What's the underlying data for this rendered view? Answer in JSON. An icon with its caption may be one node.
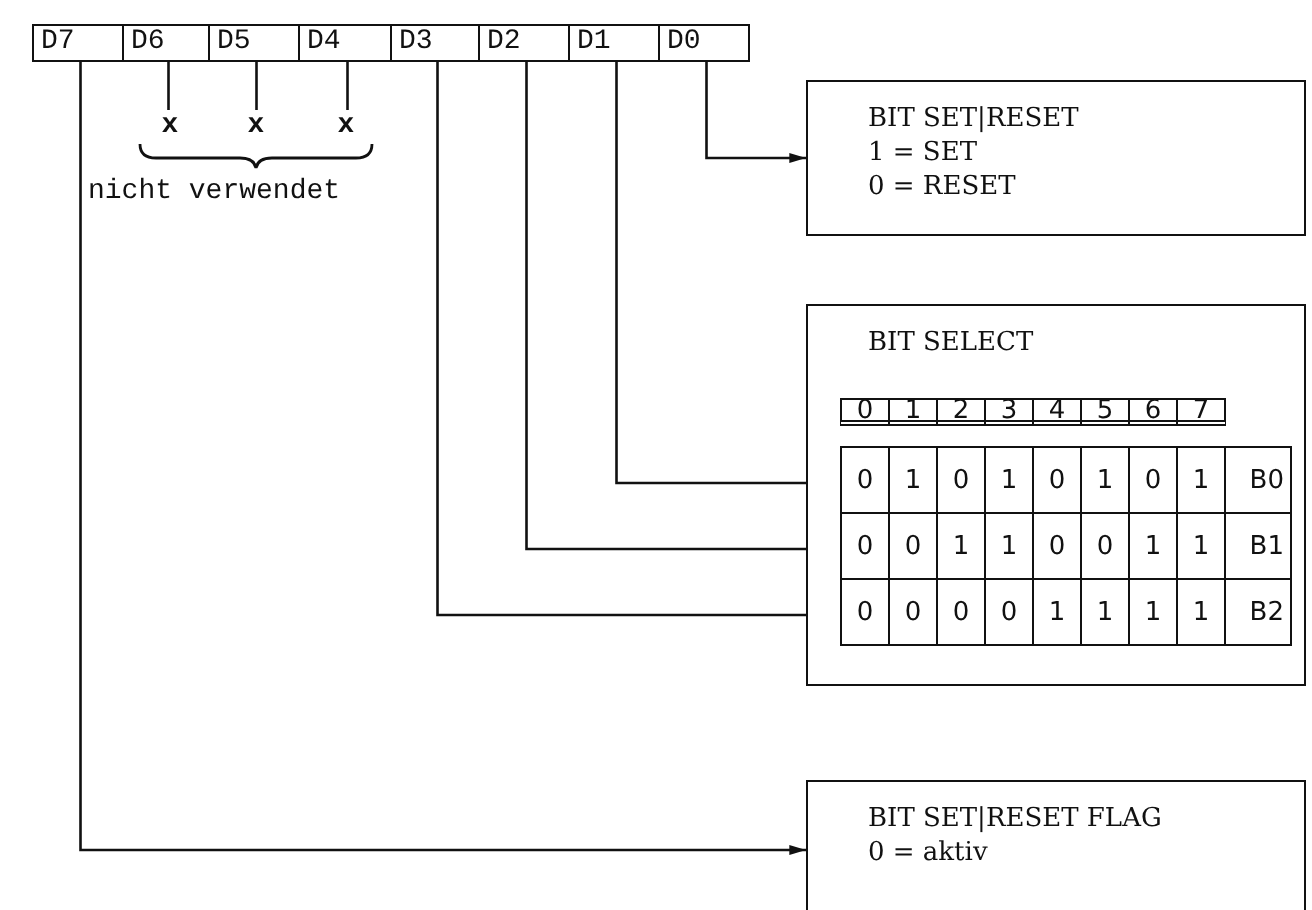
{
  "diagram": {
    "nodes": [
      {
        "text": [
          "D7"
        ]
      },
      {
        "text": [
          "D6"
        ]
      },
      {
        "text": [
          "D5"
        ]
      },
      {
        "text": [
          "D4"
        ]
      },
      {
        "text": [
          "D3"
        ]
      },
      {
        "text": [
          "D2"
        ]
      },
      {
        "text": [
          "D1"
        ]
      },
      {
        "text": [
          "D0"
        ]
      },
      {
        "text": [
          "x"
        ]
      },
      {
        "text": [
          "x"
        ]
      },
      {
        "text": [
          "x"
        ]
      },
      {
        "text": [
          "BIT SET|RESET",
          "1 = SET",
          "0 = RESET"
        ]
      },
      {
        "text": [
          "BIT SELECT"
        ]
      },
      {
        "text": [
          "0",
          "1",
          "2",
          "3",
          "4",
          "5",
          "6",
          "7"
        ],
        "in": 12
      },
      {
        "text": [
          "0",
          "1",
          "0",
          "1",
          "0",
          "1",
          "0",
          "1",
          "B0"
        ],
        "in": 12
      },
      {
        "text": [
          "0",
          "0",
          "1",
          "1",
          "0",
          "0",
          "1",
          "1",
          "B1"
        ],
        "in": 12
      },
      {
        "text": [
          "0",
          "0",
          "0",
          "0",
          "1",
          "1",
          "1",
          "1",
          "B2"
        ],
        "in": 12
      },
      {
        "text": [
          "BIT SET|RESET FLAG",
          "0 = aktiv"
        ]
      }
    ],
    "edges": [
      {
        "from": 1,
        "to": 8,
        "arrow": "none"
      },
      {
        "from": 2,
        "to": 9,
        "arrow": "none"
      },
      {
        "from": 3,
        "to": 10,
        "arrow": "none"
      },
      {
        "from": 7,
        "to": 11,
        "arrow": "to"
      },
      {
        "from": 6,
        "to": 14,
        "arrow": "to"
      },
      {
        "from": 5,
        "to": 15,
        "arrow": "to"
      },
      {
        "from": 4,
        "to": 16,
        "arrow": "to"
      },
      {
        "from": 0,
        "to": 17,
        "arrow": "to"
      }
    ],
    "labels": [
      "nicht verwendet"
    ]
  }
}
